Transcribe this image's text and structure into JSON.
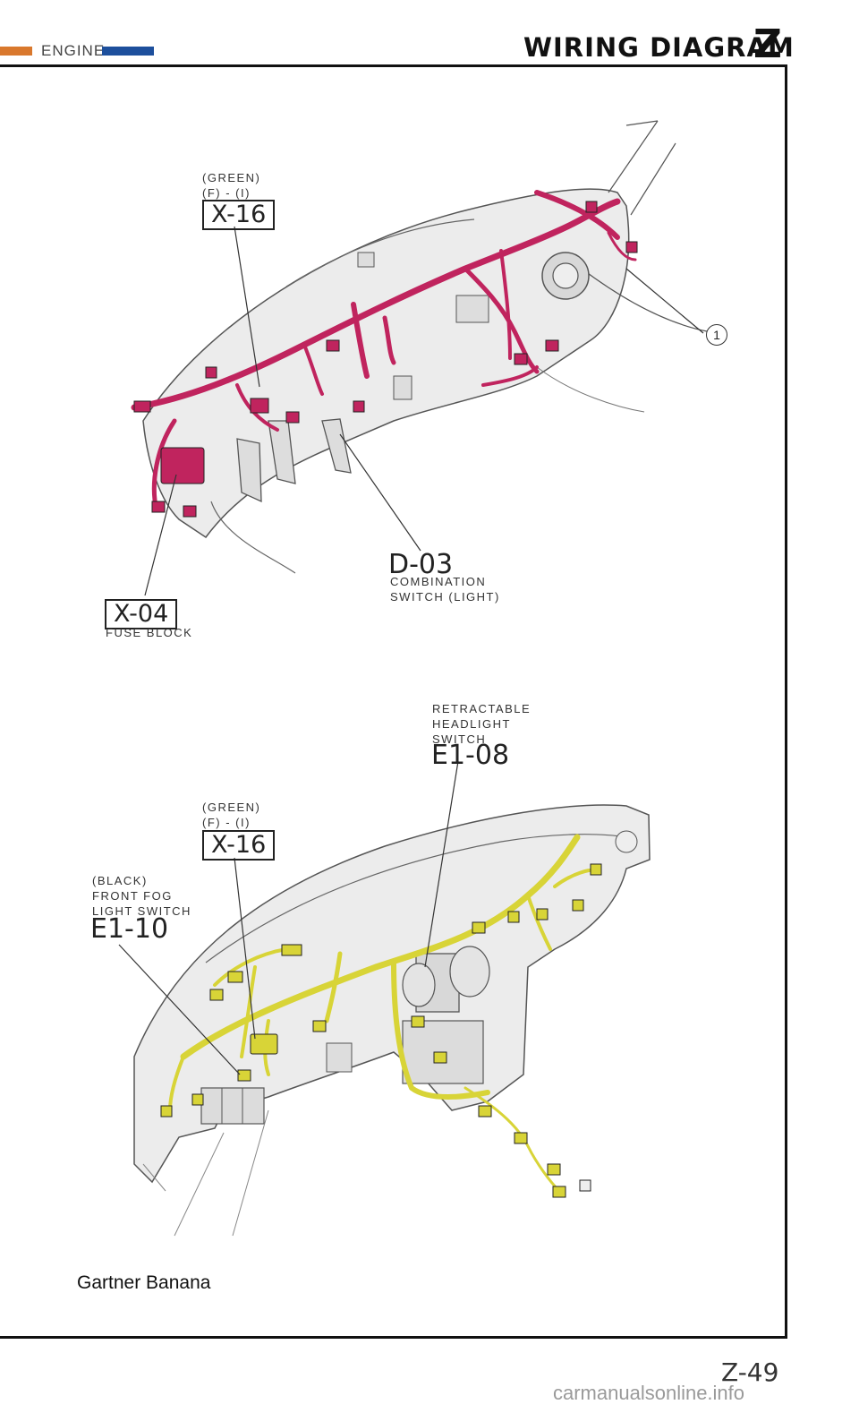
{
  "header": {
    "section": "ENGINE",
    "title": "WIRING DIAGRAM",
    "chapter_letter": "Z",
    "colors": {
      "orange_bar": "#d9782d",
      "blue_bar": "#1d4f9c"
    }
  },
  "top_diagram": {
    "harness_color": "#c0245e",
    "x16": {
      "color_note": "(GREEN)",
      "terminal_note": "(F) - (I)",
      "code": "X-16"
    },
    "x04": {
      "code": "X-04",
      "name": "FUSE BLOCK"
    },
    "d03": {
      "code": "D-03",
      "name_line1": "COMBINATION",
      "name_line2": "SWITCH (LIGHT)"
    },
    "callout_1": "1"
  },
  "bottom_diagram": {
    "harness_color": "#d8d437",
    "e108": {
      "name_line1": "RETRACTABLE",
      "name_line2": "HEADLIGHT",
      "name_line3": "SWITCH",
      "code": "E1-08"
    },
    "x16": {
      "color_note": "(GREEN)",
      "terminal_note": "(F) - (I)",
      "code": "X-16"
    },
    "e110": {
      "color_note": "(BLACK)",
      "name_line1": "FRONT FOG",
      "name_line2": "LIGHT SWITCH",
      "code": "E1-10"
    }
  },
  "footer": {
    "watermark": "Gartner Banana",
    "page_number": "Z-49",
    "site": "carmanualsonline.info"
  }
}
